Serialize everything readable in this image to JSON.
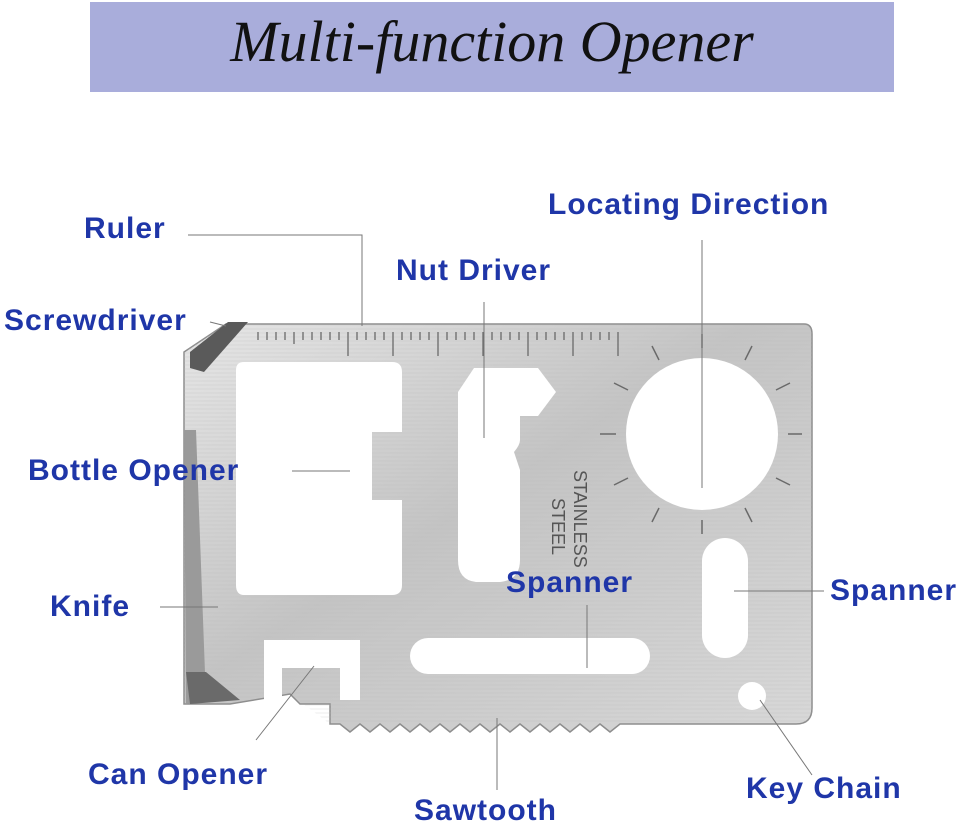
{
  "title": "Multi-function Opener",
  "engraving": [
    "STAINLESS",
    "STEEL"
  ],
  "labels": {
    "ruler": "Ruler",
    "nut_driver": "Nut Driver",
    "locating_direction": "Locating Direction",
    "screwdriver": "Screwdriver",
    "bottle_opener": "Bottle Opener",
    "knife": "Knife",
    "spanner_center": "Spanner",
    "spanner_right": "Spanner",
    "can_opener": "Can Opener",
    "sawtooth": "Sawtooth",
    "key_chain": "Key Chain"
  },
  "colors": {
    "banner": "#a9addb",
    "label": "#1f36a8",
    "steel": "#c9c9c9"
  }
}
